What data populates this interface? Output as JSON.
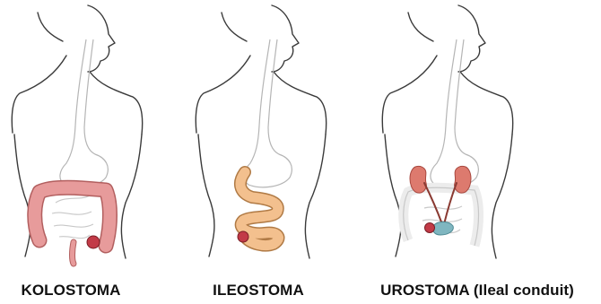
{
  "panels": [
    {
      "id": "kolostoma",
      "label": "KOLOSTOMA"
    },
    {
      "id": "ileostoma",
      "label": "ILEOSTOMA"
    },
    {
      "id": "urostoma",
      "label": "UROSTOMA (Ileal conduit)"
    }
  ],
  "colors": {
    "outline": "#3a3a3a",
    "organ_line": "#b5b5b5",
    "colon_fill": "#e79b9b",
    "colon_stroke": "#b25f5f",
    "ileum_fill": "#f3c08e",
    "ileum_stroke": "#b07a45",
    "kidney_fill": "#dd7a6e",
    "ureter": "#8a3a32",
    "stoma": "#c23a47",
    "conduit": "#7fb6c0"
  }
}
